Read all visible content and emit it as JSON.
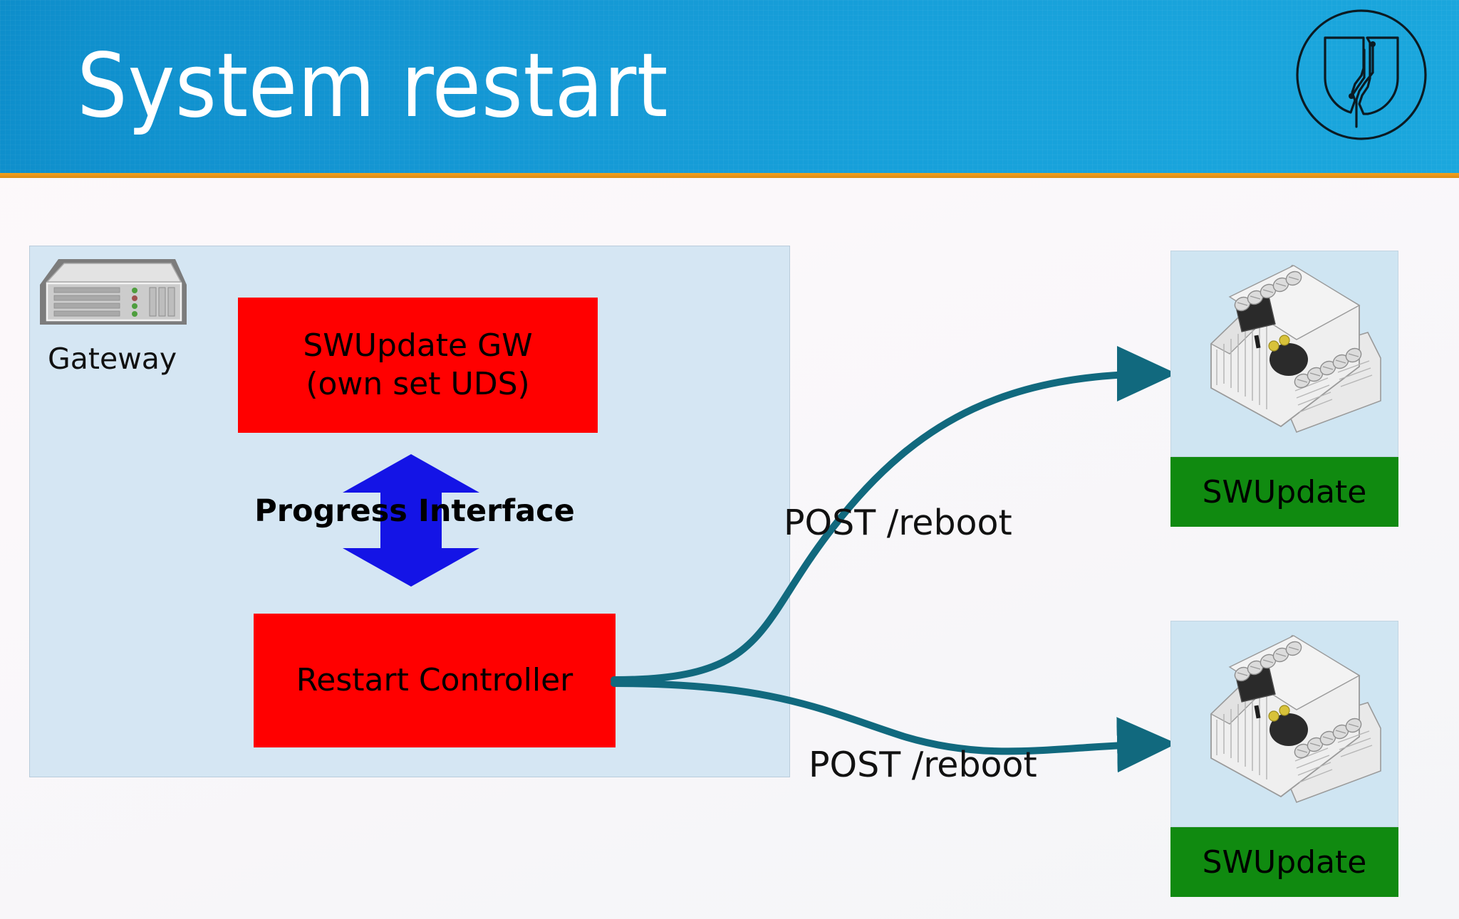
{
  "slide": {
    "title": "System restart",
    "colors": {
      "header_blue": "#17a0da",
      "header_rule_orange": "#e8951a",
      "panel_blue": "#d5e6f3",
      "box_red": "#ff0000",
      "banner_green": "#108a10",
      "arrow_blue": "#1414e6",
      "connector_teal": "#11697e"
    }
  },
  "logo": {
    "name": "denx-circle-shield-logo"
  },
  "gateway": {
    "label": "Gateway",
    "icon": "server-rack-icon",
    "blocks": [
      {
        "id": "swupdate-gw",
        "line1": "SWUpdate GW",
        "line2": "(own set UDS)"
      },
      {
        "id": "restart-controller",
        "line1": "Restart Controller",
        "line2": ""
      }
    ],
    "interface": {
      "label": "Progress Interface",
      "arrow": "double-headed-vertical-arrow"
    }
  },
  "connectors": [
    {
      "id": "reboot-top",
      "label": "POST /reboot"
    },
    {
      "id": "reboot-bottom",
      "label": "POST /reboot"
    }
  ],
  "devices": [
    {
      "id": "device-top",
      "image": "plc-controller-icon",
      "banner": "SWUpdate"
    },
    {
      "id": "device-bottom",
      "image": "plc-controller-icon",
      "banner": "SWUpdate"
    }
  ]
}
